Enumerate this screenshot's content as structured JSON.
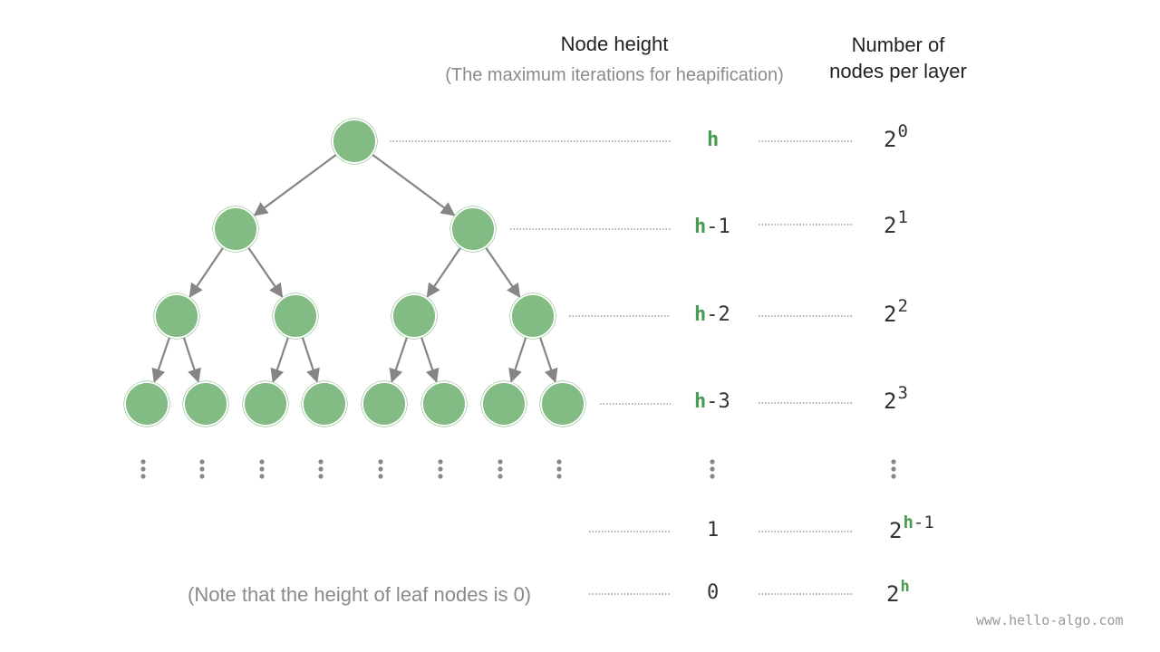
{
  "header": {
    "node_height_title": "Node height",
    "node_height_subtitle": "(The maximum iterations for heapification)",
    "nodes_per_layer_line1": "Number of",
    "nodes_per_layer_line2": "nodes per layer"
  },
  "levels": [
    {
      "height_var": "h",
      "height_suffix": "",
      "base": "2",
      "exponent": "0"
    },
    {
      "height_var": "h",
      "height_suffix": "-1",
      "base": "2",
      "exponent": "1"
    },
    {
      "height_var": "h",
      "height_suffix": "-2",
      "base": "2",
      "exponent": "2"
    },
    {
      "height_var": "h",
      "height_suffix": "-3",
      "base": "2",
      "exponent": "3"
    }
  ],
  "ellipsis_rows": [
    {
      "height": "1",
      "base": "2",
      "exponent_var": "h",
      "exponent_suffix": "-1"
    },
    {
      "height": "0",
      "base": "2",
      "exponent_var": "h",
      "exponent_suffix": ""
    }
  ],
  "note": "(Note that the height of leaf nodes is 0)",
  "watermark": "www.hello-algo.com",
  "colors": {
    "node_fill": "#82bb83",
    "node_stroke": "#ffffff",
    "node_outline": "#6aa96b",
    "edge": "#858585",
    "dotted": "#9a9a9a",
    "accent_green": "#4a9b52"
  }
}
